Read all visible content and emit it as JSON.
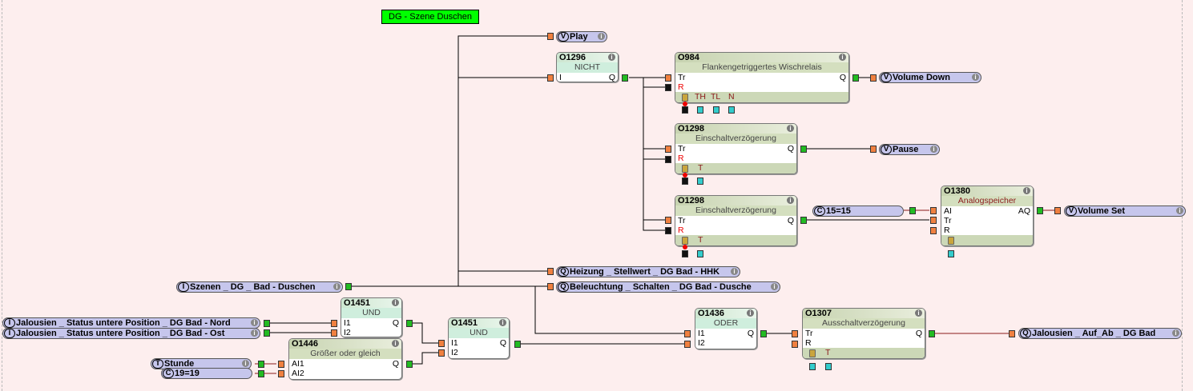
{
  "diagram_title": "DG - Szene Duschen",
  "colors": {
    "background": "#fdeeee",
    "title_bg": "#00ff00",
    "node_bg": "#c6c6ec",
    "input_pin": "#f08040",
    "output_pin": "#22bb22",
    "param_pin": "#33cccc"
  },
  "blocks": [
    {
      "id": "O1296",
      "type": "NICHT",
      "inputs": [
        "I"
      ],
      "outputs": [
        "Q"
      ]
    },
    {
      "id": "O984",
      "type": "Flankengetriggertes Wischrelais",
      "inputs": [
        "Tr",
        "R"
      ],
      "outputs": [
        "Q"
      ],
      "params": [
        "TH",
        "TL",
        "N"
      ]
    },
    {
      "id": "O1298",
      "type": "Einschaltverzögerung",
      "inputs": [
        "Tr",
        "R"
      ],
      "outputs": [
        "Q"
      ],
      "params": [
        "T"
      ]
    },
    {
      "id": "O1298",
      "type": "Einschaltverzögerung",
      "inputs": [
        "Tr",
        "R"
      ],
      "outputs": [
        "Q"
      ],
      "params": [
        "T"
      ]
    },
    {
      "id": "O1380",
      "type": "Analogspeicher",
      "inputs": [
        "AI",
        "Tr",
        "R"
      ],
      "outputs": [
        "AQ"
      ]
    },
    {
      "id": "O1451",
      "type": "UND",
      "inputs": [
        "I1",
        "I2"
      ],
      "outputs": [
        "Q"
      ]
    },
    {
      "id": "O1451",
      "type": "UND",
      "inputs": [
        "I1",
        "I2"
      ],
      "outputs": [
        "Q"
      ]
    },
    {
      "id": "O1446",
      "type": "Größer oder gleich",
      "inputs": [
        "AI1",
        "AI2"
      ],
      "outputs": [
        "Q"
      ]
    },
    {
      "id": "O1436",
      "type": "ODER",
      "inputs": [
        "I1",
        "I2"
      ],
      "outputs": [
        "Q"
      ]
    },
    {
      "id": "O1307",
      "type": "Ausschaltverzögerung",
      "inputs": [
        "Tr",
        "R"
      ],
      "outputs": [
        "Q"
      ],
      "params": [
        "T"
      ]
    }
  ],
  "nodes": [
    {
      "kind": "V",
      "label": "Play"
    },
    {
      "kind": "V",
      "label": "Volume Down"
    },
    {
      "kind": "V",
      "label": "Pause"
    },
    {
      "kind": "C",
      "label": "15=15"
    },
    {
      "kind": "V",
      "label": "Volume Set"
    },
    {
      "kind": "Q",
      "label": "Heizung _ Stellwert _ DG Bad - HHK"
    },
    {
      "kind": "Q",
      "label": "Beleuchtung _ Schalten _ DG Bad - Dusche"
    },
    {
      "kind": "I",
      "label": "Szenen _ DG _ Bad - Duschen"
    },
    {
      "kind": "I",
      "label": "Jalousien _ Status untere Position _ DG Bad - Nord"
    },
    {
      "kind": "I",
      "label": "Jalousien _ Status untere Position _ DG Bad - Ost"
    },
    {
      "kind": "T",
      "label": "Stunde"
    },
    {
      "kind": "C",
      "label": "19=19"
    },
    {
      "kind": "Q",
      "label": "Jalousien _ Auf_Ab _ DG Bad"
    }
  ]
}
